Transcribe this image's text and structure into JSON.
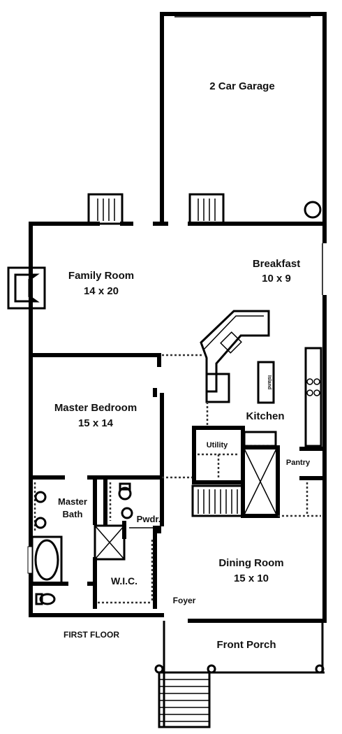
{
  "rooms": {
    "garage": {
      "name": "2 Car Garage"
    },
    "family": {
      "name": "Family Room",
      "size": "14 x 20"
    },
    "breakfast": {
      "name": "Breakfast",
      "size": "10 x 9"
    },
    "master_bedroom": {
      "name": "Master Bedroom",
      "size": "15 x 14"
    },
    "kitchen": {
      "name": "Kitchen"
    },
    "island": {
      "name": "Island"
    },
    "utility": {
      "name": "Utility"
    },
    "pantry": {
      "name": "Pantry"
    },
    "master_bath": {
      "name": "Master",
      "name2": "Bath"
    },
    "powder": {
      "name": "Pwdr."
    },
    "wic": {
      "name": "W.I.C."
    },
    "dining": {
      "name": "Dining Room",
      "size": "15 x 10"
    },
    "foyer": {
      "name": "Foyer"
    },
    "porch": {
      "name": "Front Porch"
    }
  },
  "floor_label": "FIRST FLOOR"
}
